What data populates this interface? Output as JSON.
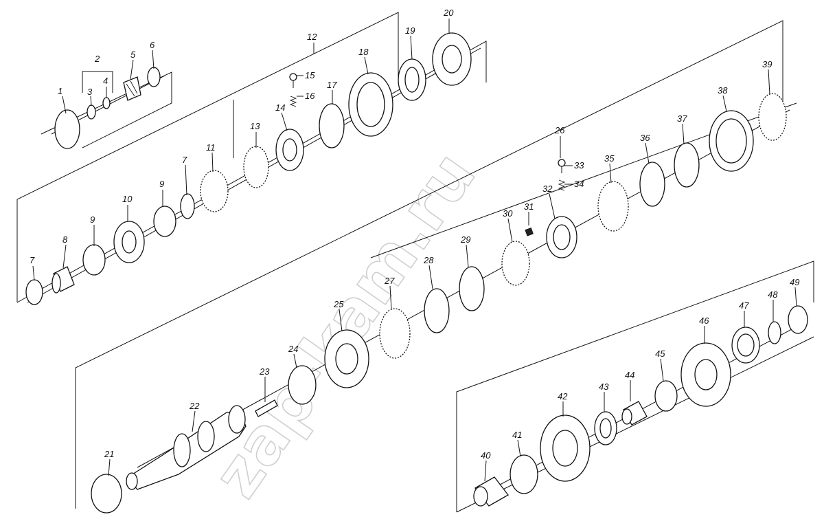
{
  "diagram": {
    "watermark": "zap-kam.ru",
    "part_labels": [
      "1",
      "2",
      "3",
      "4",
      "5",
      "6",
      "7",
      "7",
      "8",
      "9",
      "9",
      "10",
      "11",
      "12",
      "13",
      "14",
      "15",
      "16",
      "17",
      "18",
      "19",
      "20",
      "21",
      "22",
      "23",
      "24",
      "25",
      "26",
      "27",
      "28",
      "29",
      "30",
      "31",
      "32",
      "33",
      "34",
      "35",
      "36",
      "37",
      "38",
      "39",
      "40",
      "41",
      "42",
      "43",
      "44",
      "45",
      "46",
      "47",
      "48",
      "49"
    ]
  }
}
